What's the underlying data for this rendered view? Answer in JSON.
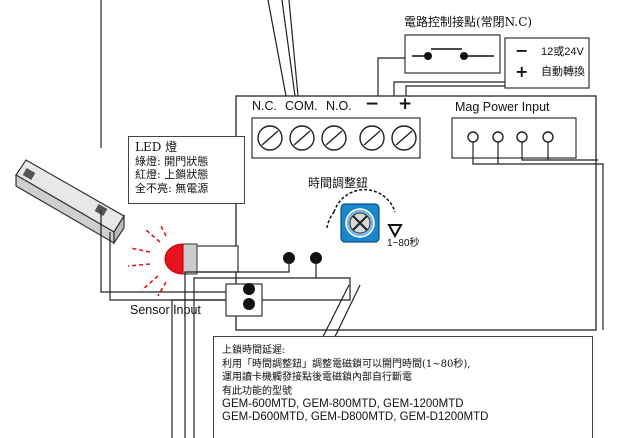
{
  "relay": {
    "title": "電路控制接點(常閉N.C)"
  },
  "power": {
    "minus": "−",
    "plus": "+",
    "voltage": "12或24V",
    "auto": "自動轉換"
  },
  "terminal": {
    "nc": "N.C.",
    "com": "COM.",
    "no": "N.O.",
    "minus": "−",
    "plus": "+"
  },
  "mag_power": {
    "label": "Mag Power Input"
  },
  "led": {
    "title": "LED 燈",
    "green": "綠燈: 開門狀態",
    "red": "紅燈: 上鎖狀態",
    "off": "全不亮: 無電源"
  },
  "timer": {
    "title": "時間調整鈕",
    "range": "1~80秒"
  },
  "sensor": {
    "label": "Sensor Input"
  },
  "note": {
    "title": "上鎖時間延遲:",
    "line1": "利用「時間調整鈕」調整電磁鎖可以開門時間(1~80秒),",
    "line2": "運用讀卡機觸發接點後電磁鎖內部自行斷電",
    "line3": "有此功能的型號",
    "models1": "GEM-600MTD, GEM-800MTD, GEM-1200MTD",
    "models2": "GEM-D600MTD, GEM-D800MTD, GEM-D1200MTD"
  }
}
